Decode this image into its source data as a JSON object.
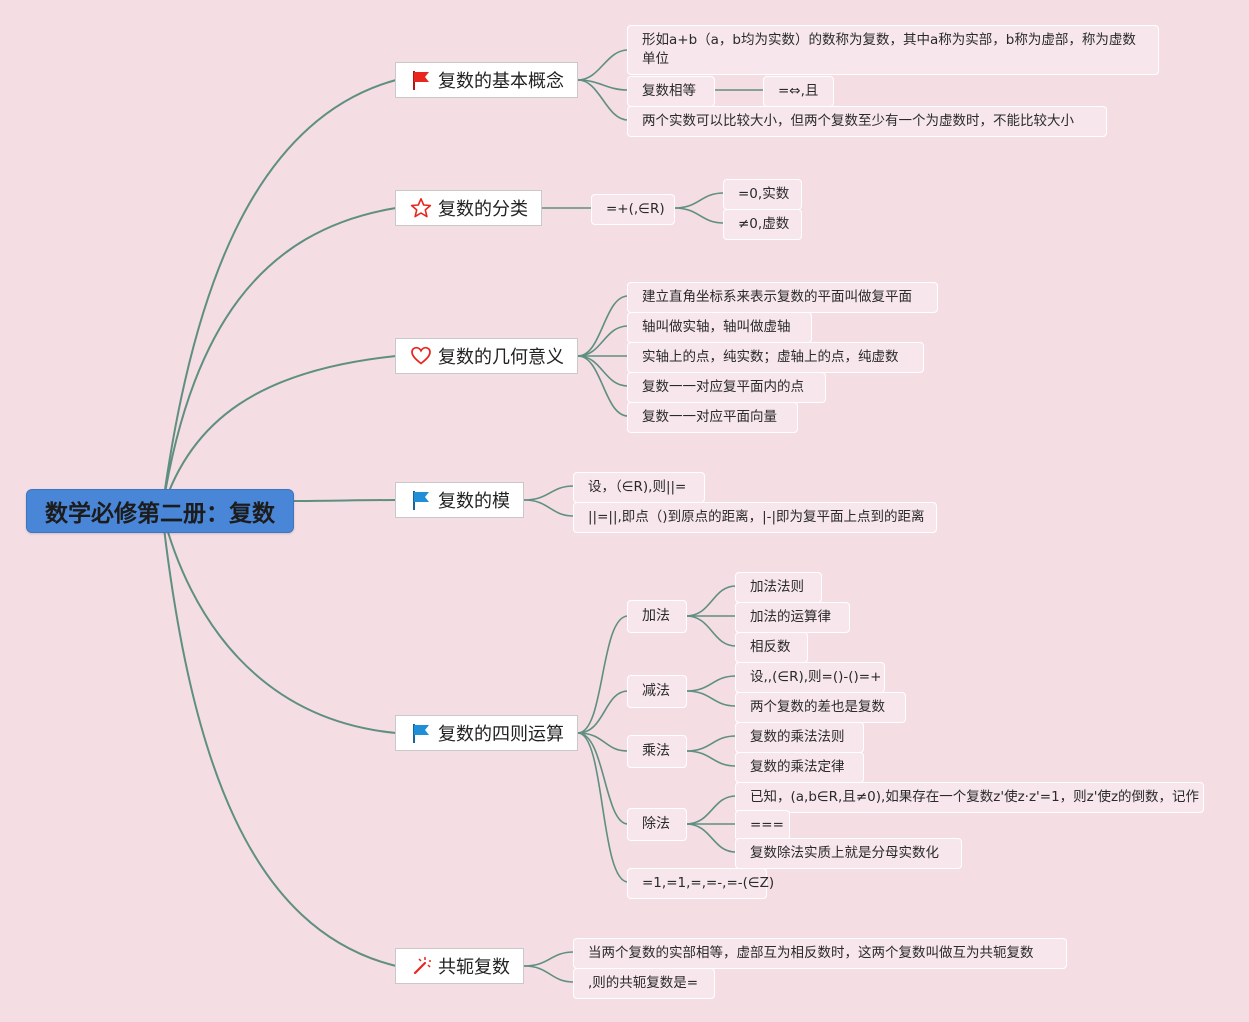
{
  "root": {
    "title": "数学必修第二册：复数"
  },
  "branches": {
    "concept": {
      "title": "复数的基本概念",
      "icon": "red-flag-icon",
      "definition": "形如a+b（a，b均为实数）的数称为复数，其中a称为实部，b称为虚部，称为虚数单位",
      "equal": "复数相等",
      "equal_detail": "=⇔,且",
      "compare": "两个实数可以比较大小，但两个复数至少有一个为虚数时，不能比较大小"
    },
    "classify": {
      "title": "复数的分类",
      "icon": "red-star-outline-icon",
      "form": "=+(,∈R)",
      "real": "=0,实数",
      "imag": "≠0,虚数"
    },
    "geometry": {
      "title": "复数的几何意义",
      "icon": "red-heart-outline-icon",
      "items": [
        "建立直角坐标系来表示复数的平面叫做复平面",
        "轴叫做实轴，轴叫做虚轴",
        "实轴上的点，纯实数；虚轴上的点，纯虚数",
        "复数一一对应复平面内的点",
        "复数一一对应平面向量"
      ]
    },
    "modulus": {
      "title": "复数的模",
      "icon": "blue-flag-icon",
      "items": [
        "设，（∈R),则||=",
        "||=||,即点（)到原点的距离，|-|即为复平面上点到的距离"
      ]
    },
    "operations": {
      "title": "复数的四则运算",
      "icon": "blue-flag-icon",
      "add": {
        "label": "加法",
        "items": [
          "加法法则",
          "加法的运算律",
          "相反数"
        ]
      },
      "sub": {
        "label": "减法",
        "items": [
          "设,,(∈R),则=()-()=+",
          "两个复数的差也是复数"
        ]
      },
      "mul": {
        "label": "乘法",
        "items": [
          "复数的乘法法则",
          "复数的乘法定律"
        ]
      },
      "div": {
        "label": "除法",
        "items": [
          "已知，(a,b∈R,且≠0),如果存在一个复数z'使z·z'=1，则z'使z的倒数，记作",
          "===",
          "复数除法实质上就是分母实数化"
        ]
      },
      "power": "=1,=1,=,=-,=-(∈Z)"
    },
    "conjugate": {
      "title": "共轭复数",
      "icon": "magic-wand-icon",
      "items": [
        "当两个复数的实部相等，虚部互为相反数时，这两个复数叫做互为共轭复数",
        ",则的共轭复数是="
      ]
    }
  },
  "colors": {
    "background": "#f4dde3",
    "root": "#4a86d8",
    "link": "#5f8f80",
    "red_icon": "#e8261d",
    "blue_icon": "#1f8fd8"
  }
}
